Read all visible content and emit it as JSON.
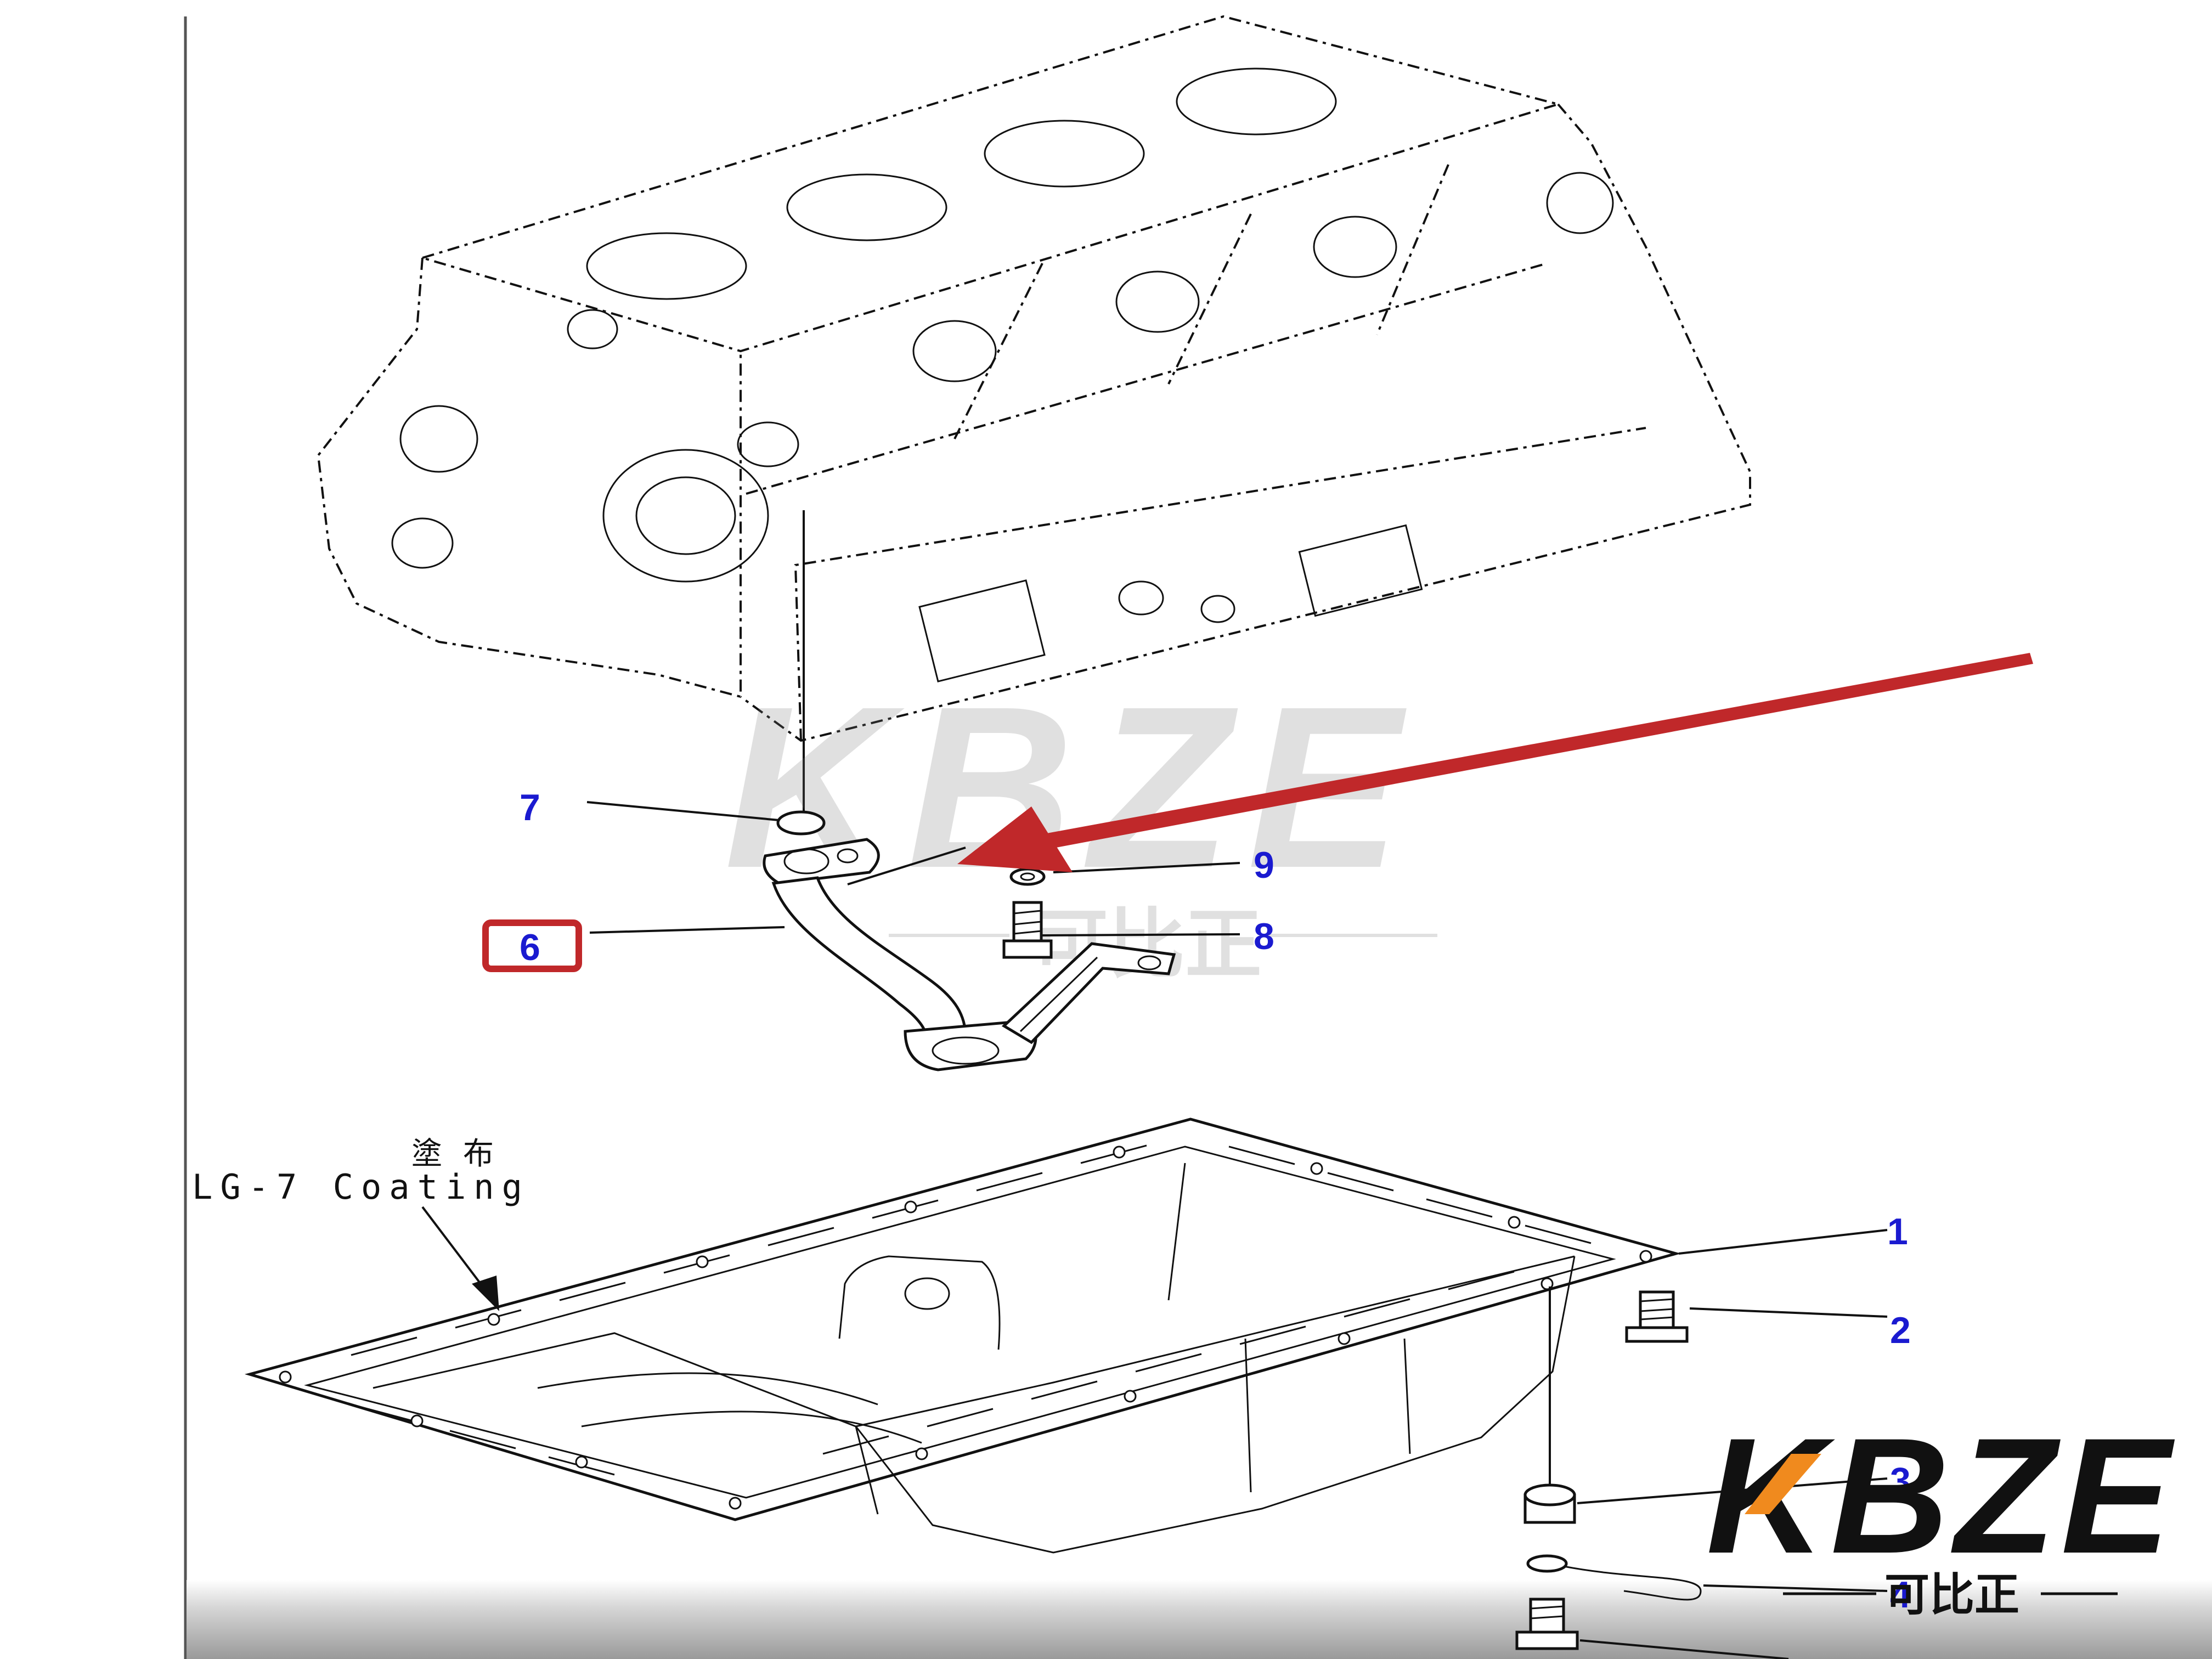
{
  "diagram": {
    "callouts": {
      "c1": "1",
      "c2": "2",
      "c3": "3",
      "c4": "4",
      "c6": "6",
      "c7": "7",
      "c8": "8",
      "c9": "9"
    },
    "coating_note": {
      "cn": "塗布",
      "en": "LG-7 Coating"
    },
    "highlight_color": "#c0282a",
    "callout_color": "#1a1ad0"
  },
  "watermark": {
    "text": "KBZE",
    "sub": "可比正"
  },
  "logo": {
    "text": "KBZE",
    "sub": "可比正",
    "accent": "#f08a1e"
  }
}
